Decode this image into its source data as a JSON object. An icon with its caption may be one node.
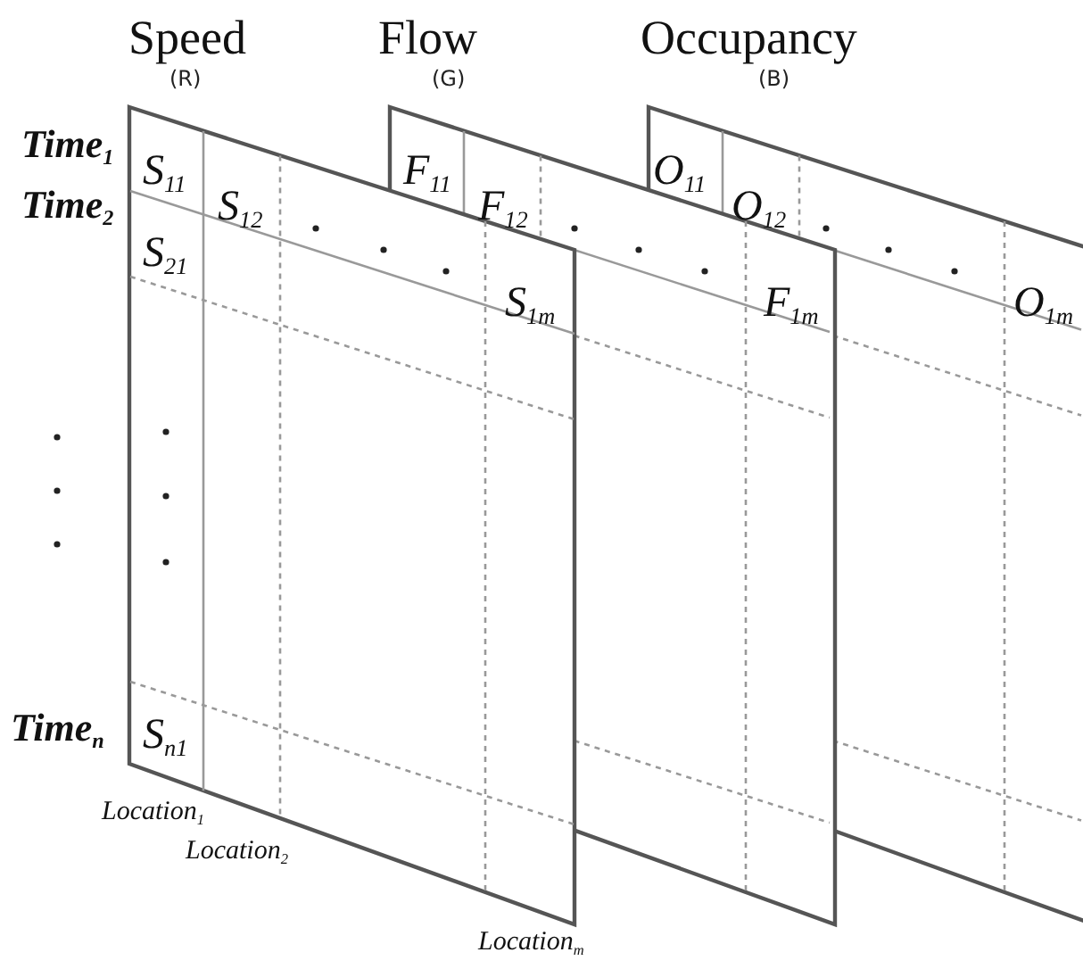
{
  "diagram": {
    "nodes": [
      {
        "text": [
          "Speed",
          "(R)"
        ]
      },
      {
        "text": [
          "Flow",
          "(G)"
        ]
      },
      {
        "text": [
          "Occupancy",
          "(B)"
        ]
      }
    ],
    "labels": [
      "Time$_{1}$",
      "S$_{11}$",
      "F$_{11}$",
      "O$_{11}$",
      "Time$_{2}$",
      "S$_{12}$",
      "F$_{12}$",
      "O$_{12}$",
      "S$_{21}$",
      "S$_{1m}$",
      "F$_{1m}$",
      "O$_{1m}$",
      "Time$_{n}$",
      "S$_{n1}$",
      "Location$_{1}$",
      "Location$_{2}$",
      "Location$_{m}$"
    ]
  }
}
